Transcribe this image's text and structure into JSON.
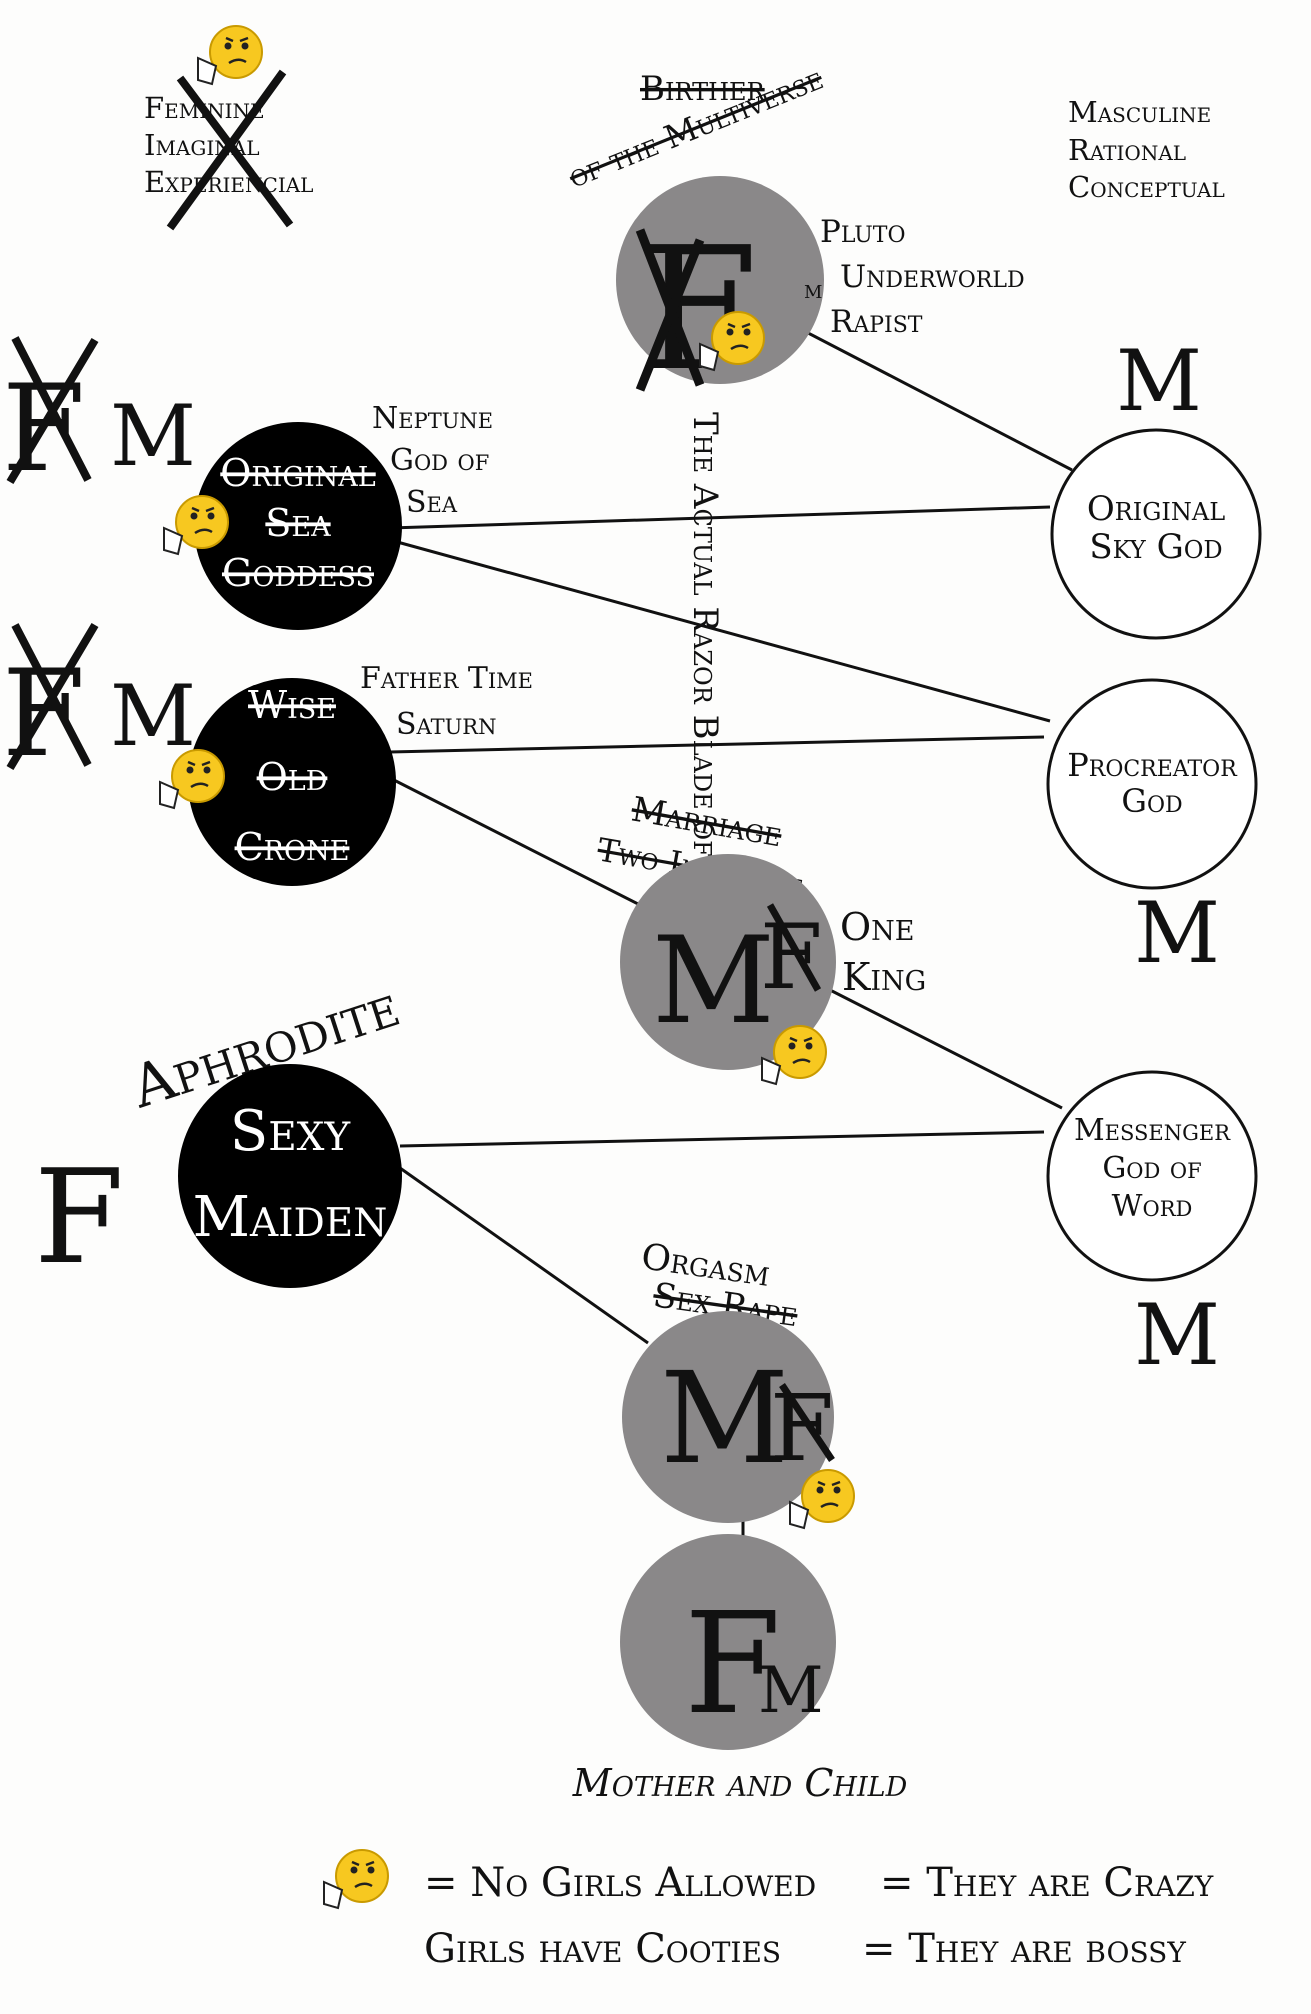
{
  "top_left": {
    "lines": [
      "Feminine",
      "Imaginal",
      "Experiencial"
    ]
  },
  "top_right": {
    "lines": [
      "Masculine",
      "Rational",
      "Conceptual"
    ]
  },
  "birther": {
    "line1": "Birther",
    "line2": "of the Multiverse",
    "glyph_f": "F",
    "glyph_m": "M",
    "side": [
      "Pluto",
      "Underworld",
      "Rapist"
    ]
  },
  "razor": "The Actual Razor Blade of Life",
  "sea_goddess": {
    "lines": [
      "Original",
      "Sea",
      "Goddess"
    ],
    "side_f": "F",
    "side_m": "M",
    "side": [
      "Neptune",
      "God of",
      "Sea"
    ]
  },
  "crone": {
    "lines": [
      "Wise",
      "Old",
      "Crone"
    ],
    "side_f": "F",
    "side_m": "M",
    "side": [
      "Father Time",
      "Saturn"
    ]
  },
  "marriage": {
    "line1": "Marriage",
    "line2": "Two Into One",
    "glyph_m": "M",
    "glyph_f": "F",
    "side": [
      "One",
      "King"
    ]
  },
  "aphrodite": {
    "title": "Aphrodite",
    "lines": [
      "Sexy",
      "Maiden"
    ],
    "side_f": "F"
  },
  "orgasm": {
    "line1": "Orgasm",
    "line2": "Sex Rape",
    "glyph_m": "M",
    "glyph_f": "F"
  },
  "mother_child": {
    "glyph_f": "F",
    "glyph_m": "M",
    "caption": "Mother and Child"
  },
  "sky_god": {
    "lines": [
      "Original",
      "Sky God"
    ],
    "label": "M"
  },
  "procreator": {
    "lines": [
      "Procreator",
      "God"
    ],
    "label": "M"
  },
  "messenger": {
    "lines": [
      "Messenger",
      "God of",
      "Word"
    ],
    "label": "M"
  },
  "legend": {
    "line1_a": "= No Girls Allowed",
    "line1_b": "= They are Crazy",
    "line2_a": "Girls have Cooties",
    "line2_b": "= They are bossy"
  },
  "colors": {
    "black_node": "#000000",
    "gray_node": "#8a8889",
    "white_node": "#ffffff",
    "emoji": "#f7c820"
  }
}
